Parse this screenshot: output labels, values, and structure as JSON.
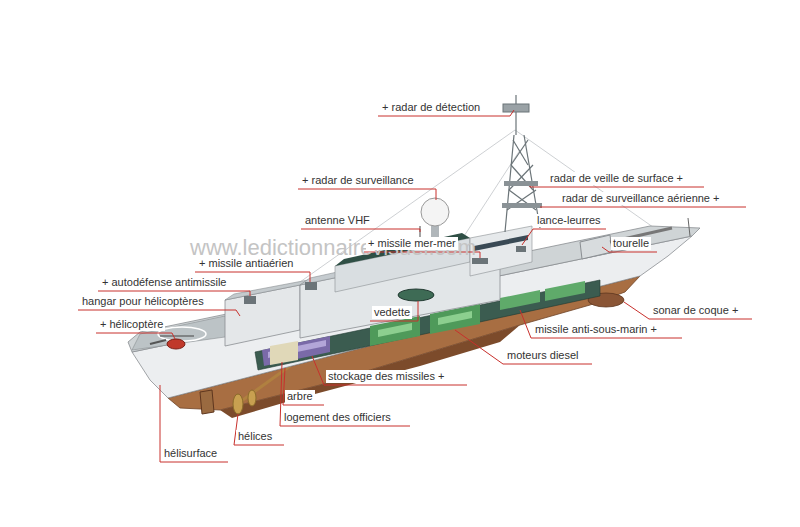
{
  "diagram": {
    "labels": [
      "+ radar de détection",
      "+ radar de surveillance",
      "radar de veille de surface +",
      "radar de surveillance aérienne +",
      "antenne VHF",
      "lance-leurres",
      "+ missile mer-mer",
      "tourelle",
      "+ missile antiaérien",
      "+ autodéfense antimissile",
      "hangar pour hélicoptères",
      "sonar de coque +",
      "+ hélicoptère",
      "vedette",
      "missile anti-sous-marin +",
      "moteurs diesel",
      "stockage des missiles +",
      "arbre",
      "logement des officiers",
      "hélices",
      "hélisurface",
      "www.ledictionnairevisuel.com"
    ]
  }
}
